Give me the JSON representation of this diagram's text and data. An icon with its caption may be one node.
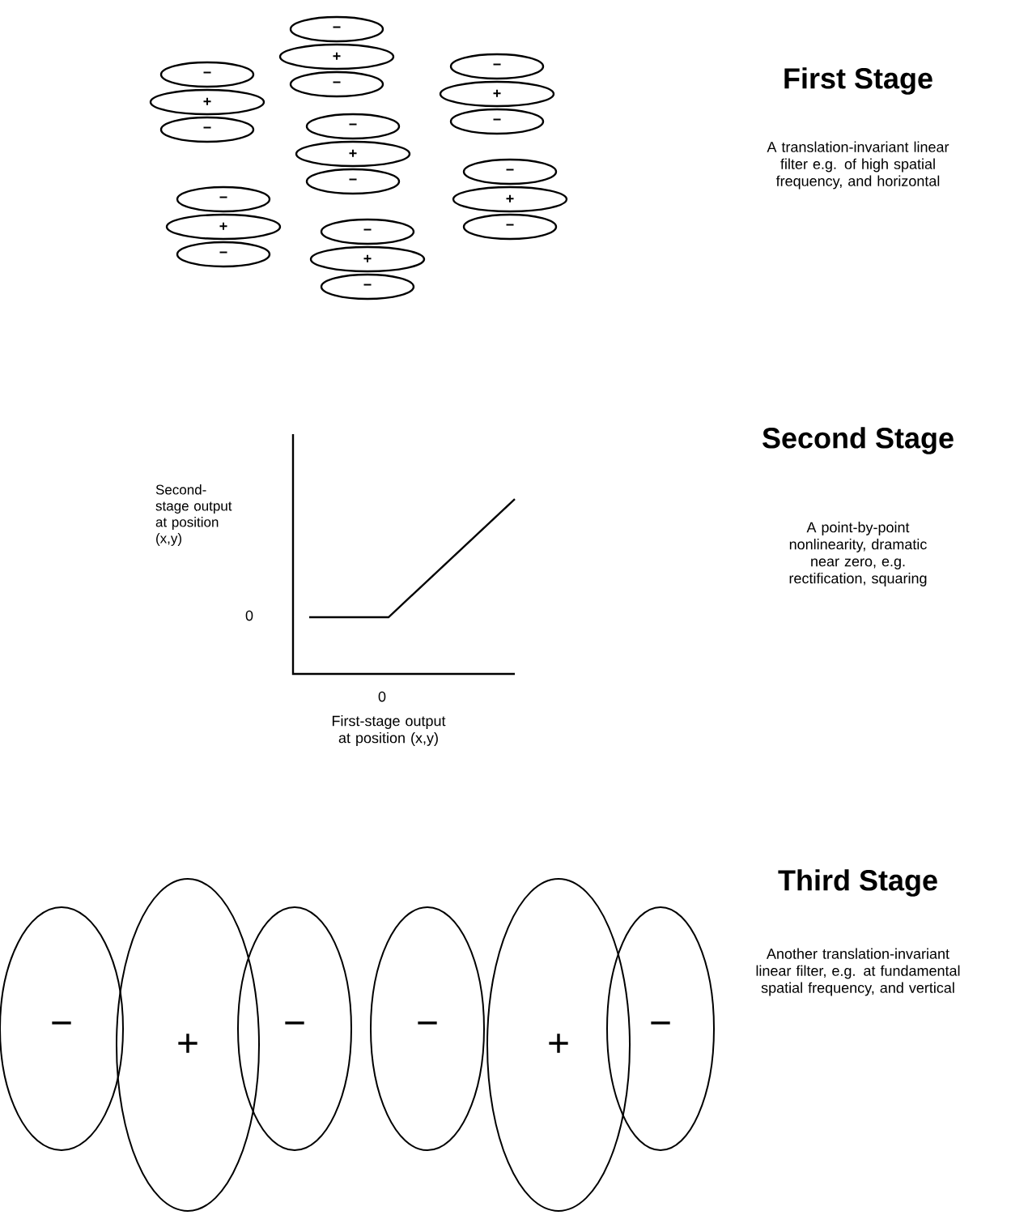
{
  "diagram": {
    "nodes": [
      {
        "text": [
          "−"
        ]
      },
      {
        "text": [
          "+"
        ]
      },
      {
        "text": [
          "−"
        ]
      },
      {
        "text": [
          "−"
        ]
      },
      {
        "text": [
          "+"
        ]
      },
      {
        "text": [
          "−"
        ]
      },
      {
        "text": [
          "−"
        ]
      },
      {
        "text": [
          "+"
        ]
      },
      {
        "text": [
          "−"
        ]
      },
      {
        "text": [
          "−"
        ]
      },
      {
        "text": [
          "+"
        ]
      },
      {
        "text": [
          "−"
        ]
      },
      {
        "text": [
          "−"
        ]
      },
      {
        "text": [
          "+"
        ]
      },
      {
        "text": [
          "−"
        ]
      },
      {
        "text": [
          "−"
        ]
      },
      {
        "text": [
          "+"
        ]
      },
      {
        "text": [
          "−"
        ]
      },
      {
        "text": [
          "−"
        ]
      },
      {
        "text": [
          "+"
        ]
      },
      {
        "text": [
          "−"
        ]
      },
      {
        "text": [
          "−"
        ]
      },
      {
        "text": [
          "+"
        ]
      },
      {
        "text": [
          "−"
        ]
      },
      {
        "text": [
          "−"
        ]
      },
      {
        "text": [
          "+"
        ]
      },
      {
        "text": [
          "−"
        ]
      }
    ],
    "labels": [
      "First Stage",
      "A translation-invariant linear filter e.g. of high spatial frequency, and horizontal",
      "Second Stage",
      "Second-stage output at position (x,y)",
      "0",
      "0",
      "First-stage output at position (x,y)",
      "A point-by-point nonlinearity, dramatic near zero, e.g. rectification, squaring",
      "Third Stage",
      "Another translation-invariant linear filter, e.g. at fundamental spatial frequency, and vertical"
    ]
  }
}
